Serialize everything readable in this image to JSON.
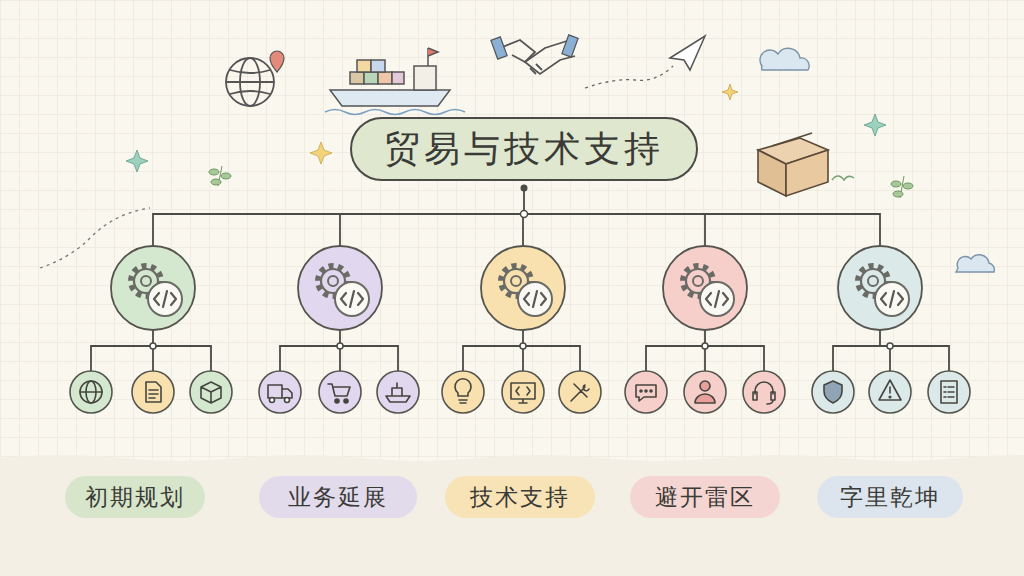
{
  "diagram": {
    "nodes": [
      {
        "text": [
          "贸易与技术支持"
        ]
      },
      {
        "text": [
          "初期规划"
        ]
      },
      {
        "text": [
          "业务延展"
        ]
      },
      {
        "text": [
          "技术支持"
        ]
      },
      {
        "text": [
          "避开雷区"
        ]
      },
      {
        "text": [
          "字里乾坤"
        ]
      }
    ]
  }
}
